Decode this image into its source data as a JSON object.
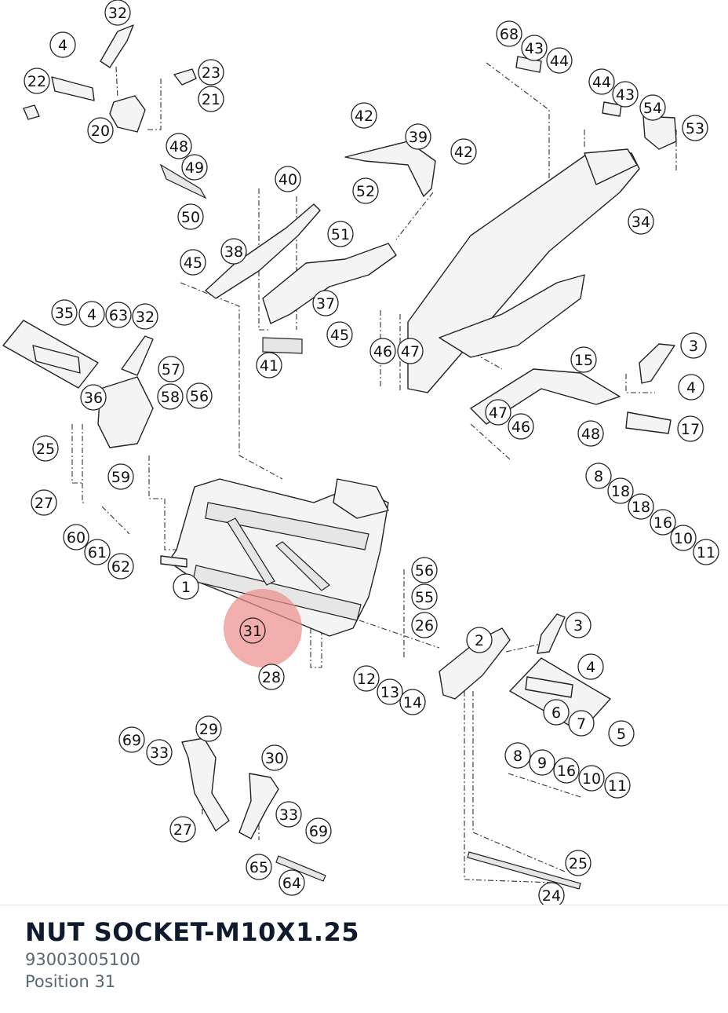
{
  "diagram": {
    "highlight": {
      "position": "31",
      "color": "#ec8a8a"
    },
    "callouts": [
      "32",
      "4",
      "23",
      "22",
      "21",
      "20",
      "48",
      "49",
      "50",
      "42",
      "39",
      "42",
      "40",
      "52",
      "51",
      "38",
      "45",
      "37",
      "45",
      "41",
      "68",
      "43",
      "44",
      "44",
      "43",
      "54",
      "53",
      "34",
      "35",
      "4",
      "63",
      "32",
      "57",
      "36",
      "58",
      "56",
      "25",
      "59",
      "27",
      "60",
      "61",
      "62",
      "46",
      "47",
      "15",
      "3",
      "4",
      "47",
      "46",
      "48",
      "17",
      "8",
      "18",
      "18",
      "16",
      "10",
      "11",
      "1",
      "56",
      "55",
      "26",
      "31",
      "28",
      "2",
      "3",
      "4",
      "12",
      "13",
      "14",
      "6",
      "7",
      "5",
      "29",
      "69",
      "33",
      "27",
      "30",
      "33",
      "69",
      "65",
      "64",
      "8",
      "9",
      "16",
      "10",
      "11",
      "25",
      "24"
    ]
  },
  "part": {
    "name": "NUT SOCKET-M10X1.25",
    "number": "93003005100",
    "position_text": "Position 31"
  }
}
